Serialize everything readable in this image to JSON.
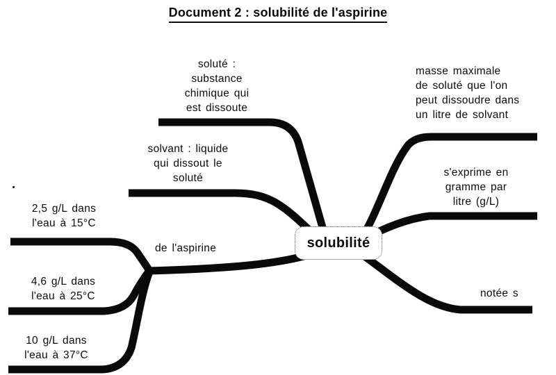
{
  "title": "Document 2 : solubilité de l'aspirine",
  "center": {
    "label": "solubilité"
  },
  "branches": {
    "solute": {
      "label": "soluté :\nsubstance\nchimique qui\nest dissoute"
    },
    "solvant": {
      "label": "solvant : liquide\nqui dissout le\nsoluté"
    },
    "masse": {
      "label": "masse maximale\nde soluté que l'on\npeut dissoudre dans\nun litre de solvant"
    },
    "expression": {
      "label": "s'exprime en\ngramme par\nlitre (g/L)"
    },
    "notation": {
      "label": "notée s"
    },
    "aspirine": {
      "label": "de l'aspirine",
      "values": [
        {
          "label": "2,5 g/L dans\nl'eau à 15°C"
        },
        {
          "label": "4,6 g/L dans\nl'eau à 25°C"
        },
        {
          "label": "10 g/L dans\nl'eau à 37°C"
        }
      ]
    }
  }
}
